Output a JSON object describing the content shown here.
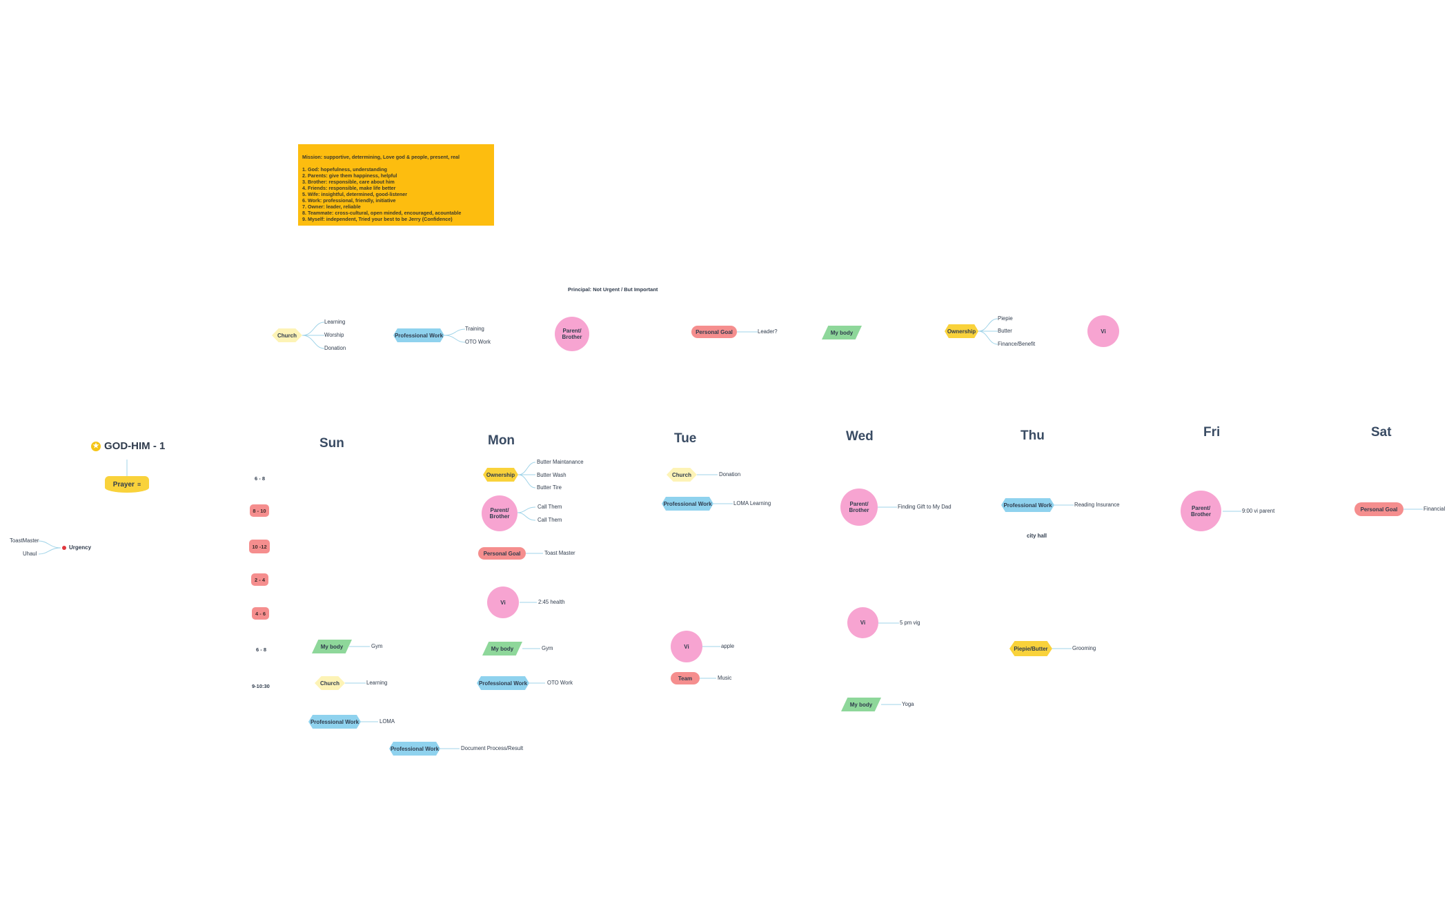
{
  "sticky_note": {
    "heading": "Mission: supportive, determining, Love god & people, present, real",
    "items": [
      "1. God: hopefulness, understanding",
      "2. Parents: give them happiness, helpful",
      "3. Brother: responsible, care about him",
      "4. Friends: responsible, make life better",
      "5. Wife: insightful, determined, good-listener",
      "6. Work: professional, friendly, initiative",
      "7. Owner: leader, reliable",
      "8. Teammate: cross-cultural, open minded, encouraged, acountable",
      "9. Myself: independent, Tried your best to be Jerry (Confidence)"
    ]
  },
  "principal": {
    "title": "Principal: Not Urgent / But Important",
    "church": {
      "label": "Church",
      "children": [
        "Learning",
        "Worship",
        "Donation"
      ]
    },
    "professional_work": {
      "label": "Professional Work",
      "children": [
        "Training",
        "OTO Work"
      ]
    },
    "parent_brother": "Parent/ Brother",
    "personal_goal": {
      "label": "Personal Goal",
      "child": "Leader?"
    },
    "my_body": "My body",
    "ownership": {
      "label": "Ownership",
      "children": [
        "Piepie",
        "Butter",
        "Finance/Benefit"
      ]
    },
    "vi": "Vi"
  },
  "root": {
    "star_icon": "★",
    "title": "GOD-HIM - 1",
    "prayer": "Prayer",
    "notes_icon": "≡",
    "urgency": "Urgency",
    "urgency_children": [
      "ToastMaster",
      "Uhaul"
    ]
  },
  "time_slots": [
    "6 - 8",
    "8 - 10",
    "10 -12",
    "2 - 4",
    "4 - 6",
    "6 - 8",
    "9-10:30"
  ],
  "days": {
    "sun": {
      "label": "Sun",
      "my_body": "My body",
      "my_body_child": "Gym",
      "church": "Church",
      "church_child": "Learning",
      "professional_work": "Professional Work",
      "professional_work_child": "LOMA",
      "professional_work_2": "Professional Work",
      "professional_work_2_child": "Document Process/Result"
    },
    "mon": {
      "label": "Mon",
      "ownership": "Ownership",
      "ownership_children": [
        "Butter Maintanance",
        "Butter Wash",
        "Butter Tire"
      ],
      "parent_brother": "Parent/ Brother",
      "parent_brother_children": [
        "Call Them",
        "Call Them"
      ],
      "personal_goal": "Personal Goal",
      "personal_goal_child": "Toast Master",
      "vi": "Vi",
      "vi_child": "2:45 health",
      "my_body": "My body",
      "my_body_child": "Gym",
      "professional_work": "Professional Work",
      "professional_work_child": "OTO  Work"
    },
    "tue": {
      "label": "Tue",
      "church": "Church",
      "church_child": "Donation",
      "professional_work": "Professional Work",
      "professional_work_child": "LOMA Learning",
      "vi": "Vi",
      "vi_child": "apple",
      "team": "Team",
      "team_child": "Music"
    },
    "wed": {
      "label": "Wed",
      "parent_brother": "Parent/ Brother",
      "parent_brother_child": "Finding Gift to My Dad",
      "vi": "Vi",
      "vi_child": "5 pm vig",
      "my_body": "My body",
      "my_body_child": "Yoga"
    },
    "thu": {
      "label": "Thu",
      "professional_work": "Professional Work",
      "professional_work_child": "Reading Insurance",
      "city_hall": "city hall",
      "piepie_butter": "Piepie/Butter",
      "piepie_butter_child": "Grooming"
    },
    "fri": {
      "label": "Fri",
      "parent_brother": "Parent/ Brother",
      "parent_brother_child": "9:00 vi parent"
    },
    "sat": {
      "label": "Sat",
      "personal_goal": "Personal Goal",
      "personal_goal_child": "Financial"
    }
  },
  "colors": {
    "sticky": "#fdbd0f",
    "yellow_node": "#f9d23b",
    "light_yellow_node": "#fdf3b6",
    "blue_node": "#8fd2ee",
    "pink_node": "#f7a4d1",
    "salmon_node": "#f58e8e",
    "green_node": "#8ed79a",
    "connector": "#9fd3e8",
    "urgency_dot": "#e0383e"
  }
}
